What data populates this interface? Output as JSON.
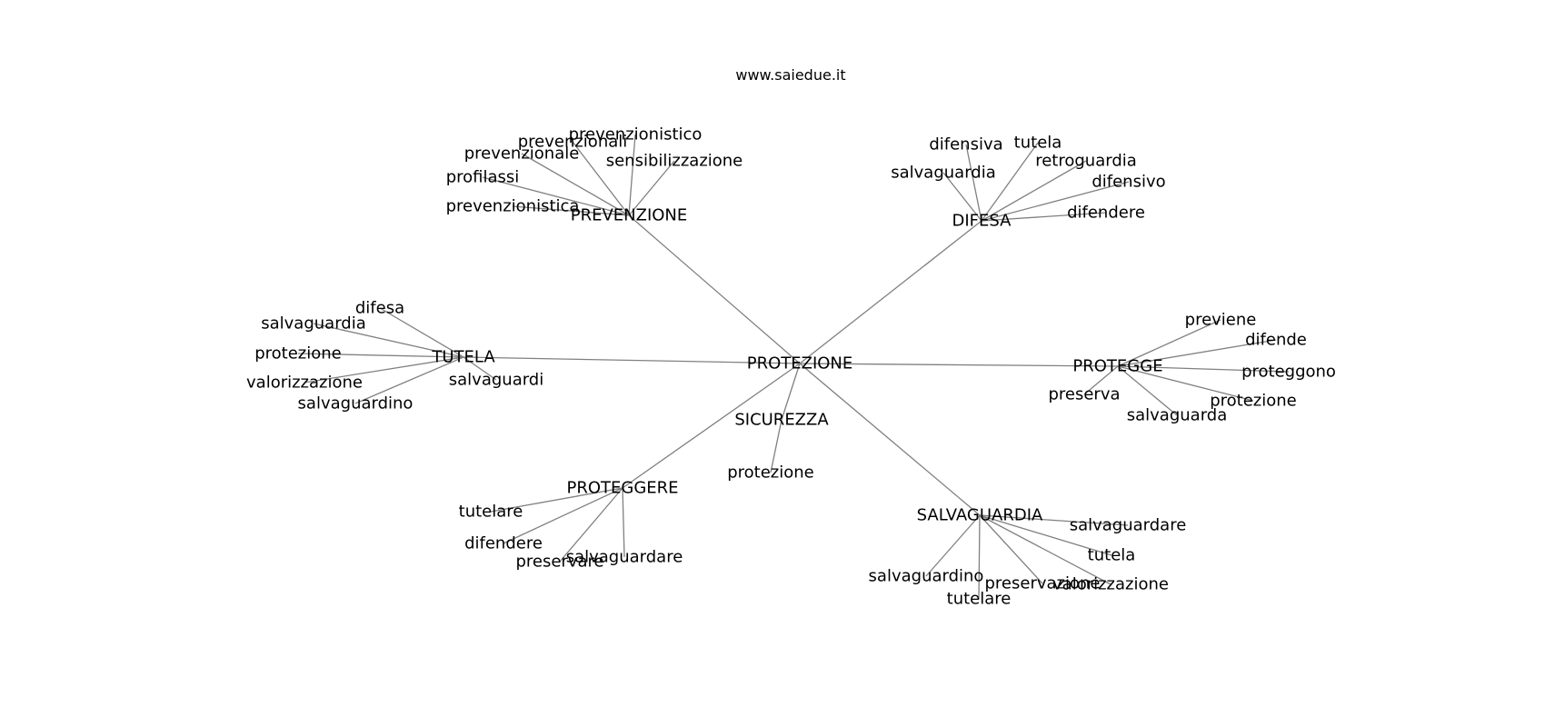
{
  "header": {
    "site": "www.saiedue.it"
  },
  "graph": {
    "root": "PROTEZIONE",
    "edge_color": "#808080",
    "text_color": "#000000",
    "groups": [
      {
        "hub": "PREVENZIONE",
        "leaves": [
          "prevenzionistico",
          "prevenzionali",
          "prevenzionale",
          "sensibilizzazione",
          "profilassi",
          "prevenzionistica"
        ]
      },
      {
        "hub": "DIFESA",
        "leaves": [
          "difensiva",
          "tutela",
          "salvaguardia",
          "retroguardia",
          "difensivo",
          "difendere"
        ]
      },
      {
        "hub": "TUTELA",
        "leaves": [
          "difesa",
          "salvaguardia",
          "protezione",
          "valorizzazione",
          "salvaguardino",
          "salvaguardi"
        ]
      },
      {
        "hub": "PROTEGGE",
        "leaves": [
          "previene",
          "difende",
          "proteggono",
          "preserva",
          "protezione",
          "salvaguarda"
        ]
      },
      {
        "hub": "SICUREZZA",
        "leaves": [
          "protezione"
        ]
      },
      {
        "hub": "PROTEGGERE",
        "leaves": [
          "tutelare",
          "difendere",
          "preservare",
          "salvaguardare"
        ]
      },
      {
        "hub": "SALVAGUARDIA",
        "leaves": [
          "salvaguardare",
          "tutela",
          "salvaguardino",
          "preservazione",
          "valorizzazione",
          "tutelare"
        ]
      }
    ]
  }
}
